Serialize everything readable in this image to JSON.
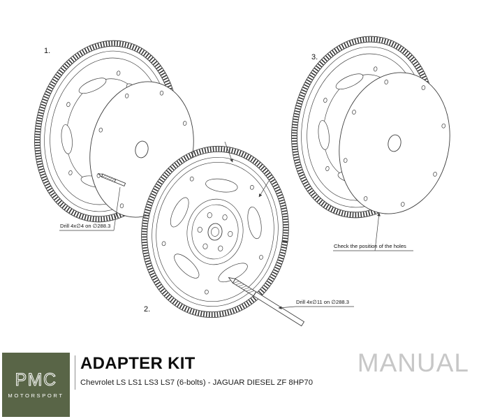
{
  "document": {
    "background": "#ffffff"
  },
  "figures": {
    "step1": {
      "label": "1.",
      "annotation": "Drill 4x∅4 on ∅288.3"
    },
    "step2": {
      "label": "2.",
      "annotation": "Drill 4x∅11 on ∅288.3"
    },
    "step3": {
      "label": "3.",
      "annotation": "Check the position of the holes"
    }
  },
  "footer": {
    "title": "ADAPTER KIT",
    "subtitle": "Chevrolet LS LS1 LS3 LS7 (6-bolts) - JAGUAR DIESEL ZF 8HP70",
    "watermark": "MANUAL",
    "logo": {
      "monogram": "PMC",
      "wordmark": "MOTORSPORT",
      "background": "#596547"
    }
  },
  "colors": {
    "drawing_line": "#3c3c3c",
    "watermark_gray": "#c7c7c7",
    "logo_green": "#596547"
  }
}
